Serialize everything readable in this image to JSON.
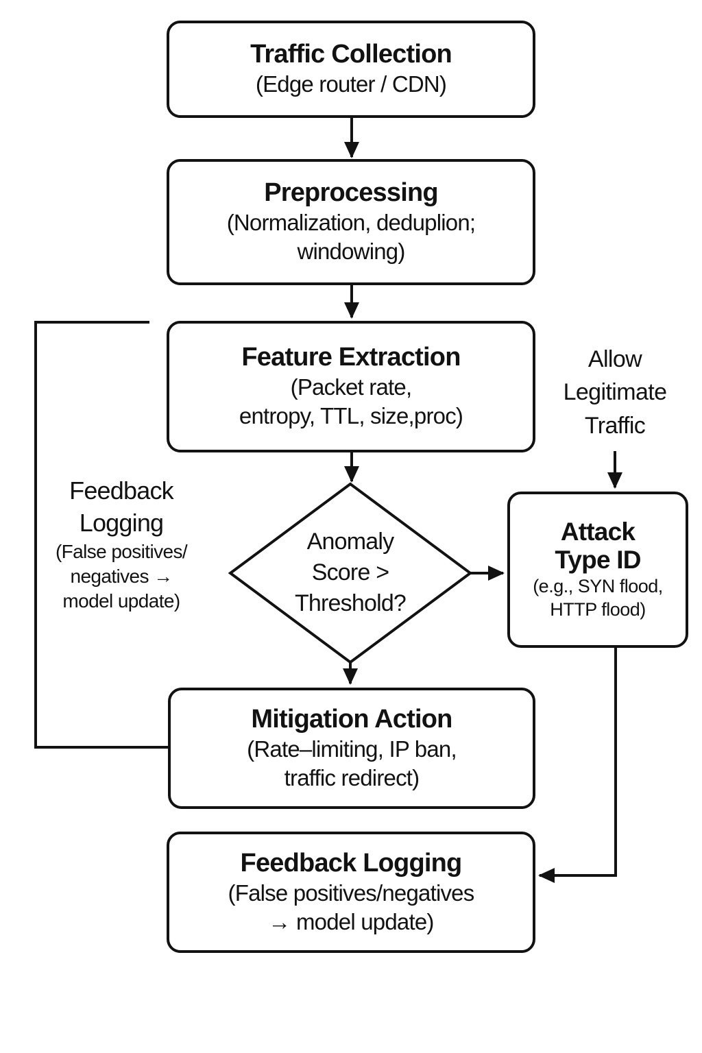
{
  "colors": {
    "ink": "#121212",
    "background": "#ffffff"
  },
  "nodes": {
    "traffic_collection": {
      "title": "Traffic Collection",
      "subtitle": "(Edge router / CDN)"
    },
    "preprocessing": {
      "title": "Preprocessing",
      "subtitle_line1": "(Normalization, deduplion;",
      "subtitle_line2": "windowing)"
    },
    "feature_extraction": {
      "title": "Feature Extraction",
      "subtitle_line1": "(Packet rate,",
      "subtitle_line2": "entropy, TTL, size,proc)"
    },
    "decision": {
      "line1": "Anomaly",
      "line2": "Score >",
      "line3": "Threshold?"
    },
    "attack_type_id": {
      "title_line1": "Attack",
      "title_line2": "Type ID",
      "subtitle_line1": "(e.g., SYN flood,",
      "subtitle_line2": "HTTP flood)"
    },
    "mitigation_action": {
      "title": "Mitigation Action",
      "subtitle_line1": "(Rate–limiting, IP ban,",
      "subtitle_line2": "traffic redirect)"
    },
    "feedback_logging": {
      "title": "Feedback Logging",
      "subtitle_line1": "(False positives/negatives",
      "subtitle_line2": "→ model update)"
    }
  },
  "labels": {
    "allow_traffic": {
      "line1": "Allow",
      "line2": "Legitimate",
      "line3": "Traffic"
    },
    "feedback_note": {
      "line1": "Feedback",
      "line2": "Logging",
      "line3": "(False positives/",
      "line4": "negatives →",
      "line5": "model update)"
    }
  }
}
